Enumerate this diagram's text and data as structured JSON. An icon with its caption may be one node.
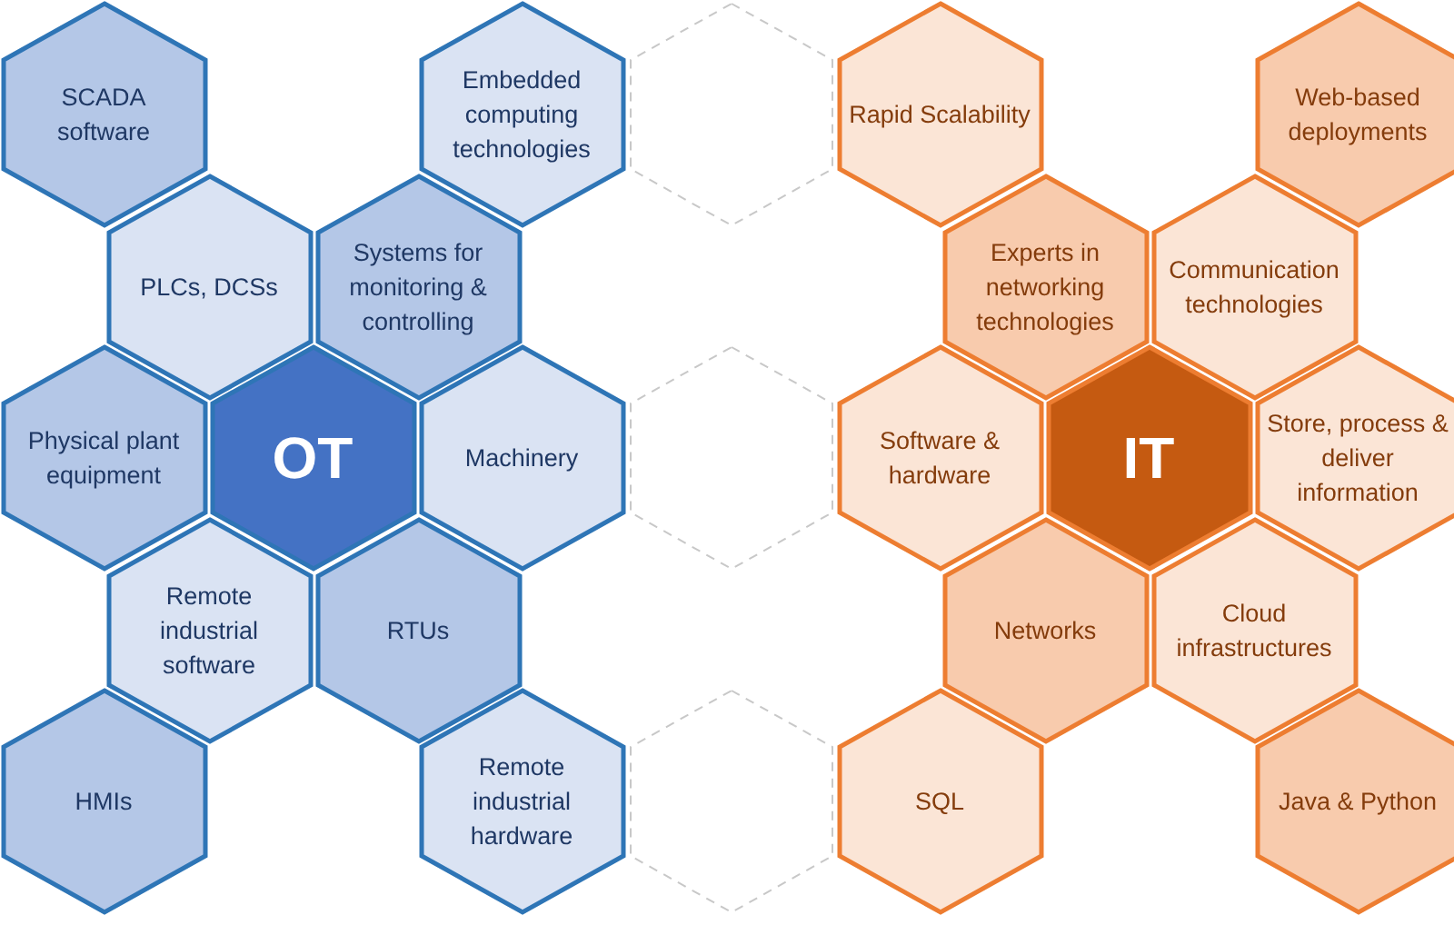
{
  "diagram": {
    "nodes": [
      {
        "text": [
          "SCADA software"
        ]
      },
      {
        "text": [
          "Embedded computing technologies"
        ]
      },
      {
        "text": [],
        "shape": "hexagon"
      },
      {
        "text": [
          "Rapid Scalability"
        ]
      },
      {
        "text": [
          "Web-based deployments"
        ]
      },
      {
        "text": [
          "PLCs, DCSs"
        ]
      },
      {
        "text": [
          "Systems for monitoring & controlling"
        ]
      },
      {
        "text": [
          "Experts in networking technologies"
        ]
      },
      {
        "text": [
          "Communication technologies"
        ]
      },
      {
        "text": [
          "Physical plant equipment"
        ]
      },
      {
        "text": [
          "OT"
        ]
      },
      {
        "text": [
          "Machinery"
        ]
      },
      {
        "text": [],
        "shape": "hexagon"
      },
      {
        "text": [
          "Software & hardware"
        ]
      },
      {
        "text": [
          "IT"
        ]
      },
      {
        "text": [
          "Store, process & deliver information"
        ]
      },
      {
        "text": [
          "Remote industrial software"
        ]
      },
      {
        "text": [
          "RTUs"
        ]
      },
      {
        "text": [
          "Networks"
        ]
      },
      {
        "text": [
          "Cloud infrastructures"
        ]
      },
      {
        "text": [
          "HMIs"
        ]
      },
      {
        "text": [
          "Remote industrial hardware"
        ]
      },
      {
        "text": [],
        "shape": "hexagon"
      },
      {
        "text": [
          "SQL"
        ]
      },
      {
        "text": [
          "Java & Python"
        ]
      }
    ]
  }
}
